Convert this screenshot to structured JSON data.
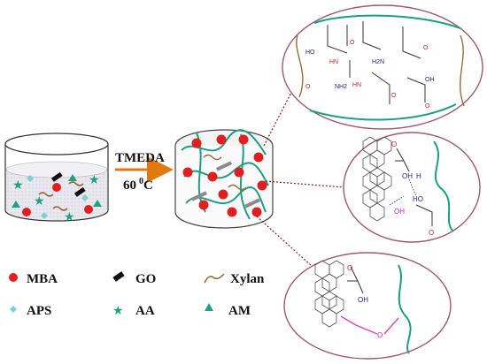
{
  "reaction": {
    "catalyst": "TMEDA",
    "temperature": "60",
    "temperature_unit_sup": "0",
    "temperature_unit": "C"
  },
  "legend": [
    {
      "key": "mba",
      "label": "MBA",
      "symbol": "circle",
      "color": "#e02020"
    },
    {
      "key": "go",
      "label": "GO",
      "symbol": "bar",
      "color": "#111111"
    },
    {
      "key": "xylan",
      "label": "Xylan",
      "symbol": "wave",
      "color": "#9b6a3c"
    },
    {
      "key": "aps",
      "label": "APS",
      "symbol": "diamond",
      "color": "#7fd0d4"
    },
    {
      "key": "aa",
      "label": "AA",
      "symbol": "star",
      "color": "#20a080"
    },
    {
      "key": "am",
      "label": "AM",
      "symbol": "triangle",
      "color": "#20a080"
    }
  ],
  "zoom_top": {
    "labels": [
      "HO",
      "O",
      "HN",
      "H2N",
      "O",
      "O",
      "NH2",
      "HN",
      "O",
      "OH",
      "O"
    ]
  },
  "zoom_middle": {
    "labels": [
      "O",
      "OH",
      "H",
      "HO",
      "OH",
      "O"
    ]
  },
  "zoom_bottom": {
    "labels": [
      "O",
      "OH",
      "O"
    ]
  },
  "colors": {
    "arrow": "#e07a10",
    "polymer": "#1aa080",
    "xylan": "#9b6a3c",
    "zoom_border": "#a05a6a",
    "dotted": "#8b2020",
    "hydrogen_bond": "#d020d0",
    "ether_link": "#e040c0",
    "chem_red": "#d02020",
    "chem_blue": "#20208a"
  }
}
